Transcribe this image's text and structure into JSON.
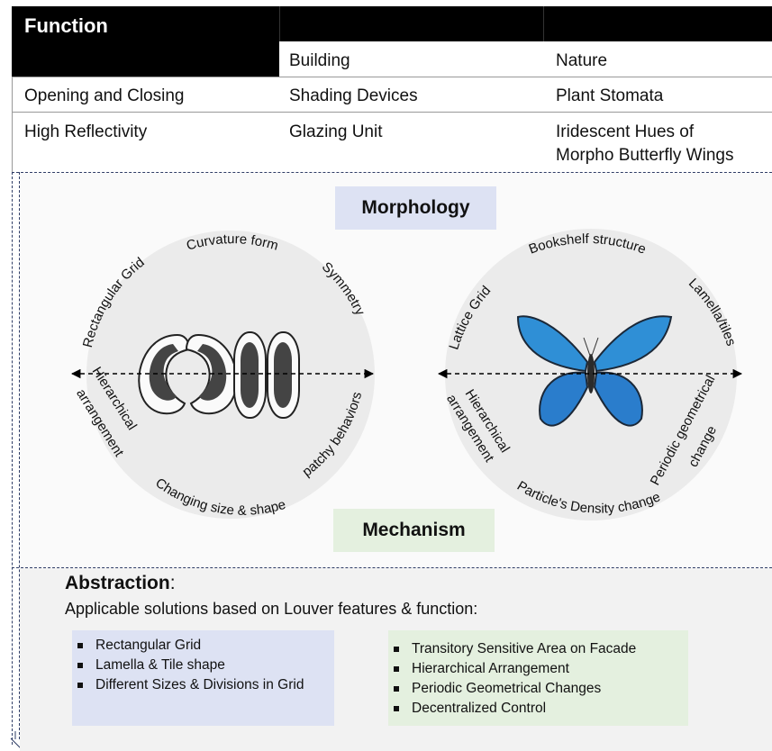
{
  "table": {
    "header": {
      "function_label": "Function",
      "building_label": "Building",
      "nature_label": "Nature"
    },
    "rows": [
      {
        "function": "Opening and Closing",
        "building": "Shading Devices",
        "nature": "Plant Stomata"
      },
      {
        "function": "High Reflectivity",
        "building": "Glazing Unit",
        "nature_line1": "Iridescent Hues of",
        "nature_line2": "Morpho Butterfly Wings"
      }
    ]
  },
  "diagram": {
    "morphology_label": "Morphology",
    "mechanism_label": "Mechanism",
    "left_circle": {
      "labels": {
        "top": "Curvature form",
        "top_left": "Rectangular Grid",
        "top_right": "Symmetry",
        "left_1": "Hierarchical",
        "left_2": "arrangement",
        "right": "patchy behaviors",
        "bottom": "Changing size & shape"
      }
    },
    "right_circle": {
      "labels": {
        "top": "Bookshelf structure",
        "top_left": "Lattice Grid",
        "top_right": "Lamella/tiles",
        "left_1": "Hierarchical",
        "left_2": "arrangement",
        "right_1": "Periodic geometrical",
        "right_2": "change",
        "bottom": "Particle's Density change"
      }
    },
    "colors": {
      "morphology_bg": "#dde2f3",
      "mechanism_bg": "#e4f0df",
      "circle_fill": "#ebebeb",
      "butterfly_blue": "#2f8fd6"
    }
  },
  "abstraction": {
    "title": "Abstraction",
    "colon": ":",
    "subtitle": "Applicable solutions based on Louver features & function:",
    "blue_items": [
      "Rectangular Grid",
      "Lamella & Tile shape",
      "Different Sizes & Divisions in Grid"
    ],
    "green_items": [
      "Transitory Sensitive Area on Facade",
      "Hierarchical Arrangement",
      "Periodic Geometrical Changes",
      "Decentralized Control"
    ]
  }
}
